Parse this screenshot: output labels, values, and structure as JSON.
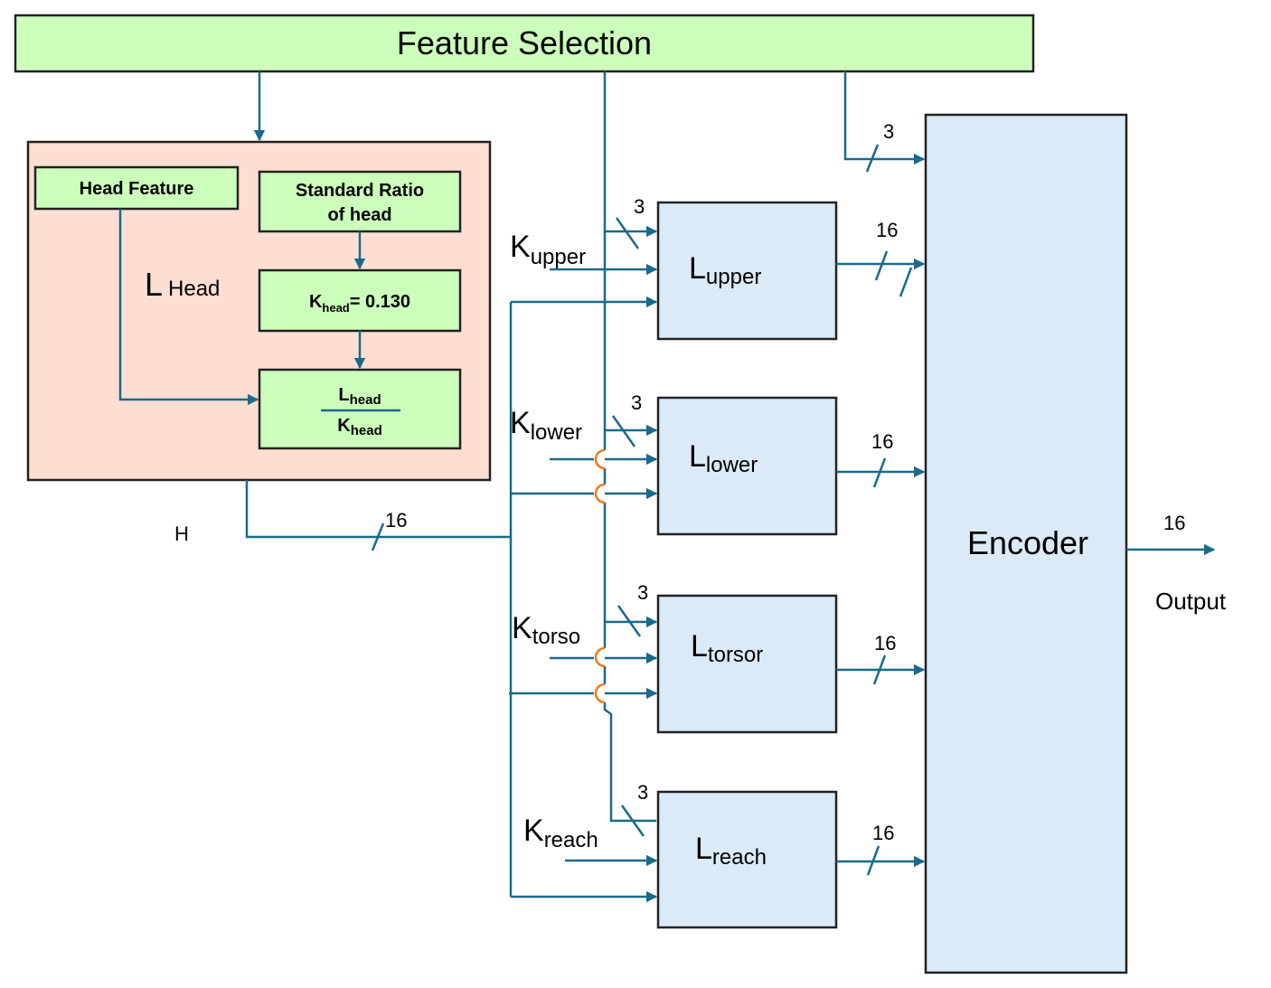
{
  "feature_selection": {
    "label": "Feature Selection"
  },
  "head_block": {
    "label_main": "L",
    "label_sub": "Head",
    "head_feature": "Head Feature",
    "standard_ratio_line1": "Standard Ratio",
    "standard_ratio_line2": "of head",
    "k_head_main": "K",
    "k_head_sub": "head",
    "k_head_value": "= 0.130",
    "frac_num_main": "L",
    "frac_num_sub": "head",
    "frac_den_main": "K",
    "frac_den_sub": "head"
  },
  "h_label": "H",
  "h_bus_width": "16",
  "encoder_input_width": "3",
  "blocks": [
    {
      "name": "upper",
      "l_main": "L",
      "l_sub": "upper",
      "k_main": "K",
      "k_sub": "upper",
      "in_width": "3",
      "out_width": "16"
    },
    {
      "name": "lower",
      "l_main": "L",
      "l_sub": "lower",
      "k_main": "K",
      "k_sub": "lower",
      "in_width": "3",
      "out_width": "16"
    },
    {
      "name": "torso",
      "l_main": "L",
      "l_sub": "torsor",
      "k_main": "K",
      "k_sub": "torso",
      "in_width": "3",
      "out_width": "16"
    },
    {
      "name": "reach",
      "l_main": "L",
      "l_sub": "reach",
      "k_main": "K",
      "k_sub": "reach",
      "in_width": "3",
      "out_width": "16"
    }
  ],
  "encoder": {
    "label": "Encoder",
    "out_width": "16",
    "output_label": "Output"
  },
  "colors": {
    "green_box": "#ccffbb",
    "blue_box": "#daeaf7",
    "salmon_box": "#fcded2",
    "wire": "#1a6a8c",
    "hop": "#f07a1e"
  }
}
